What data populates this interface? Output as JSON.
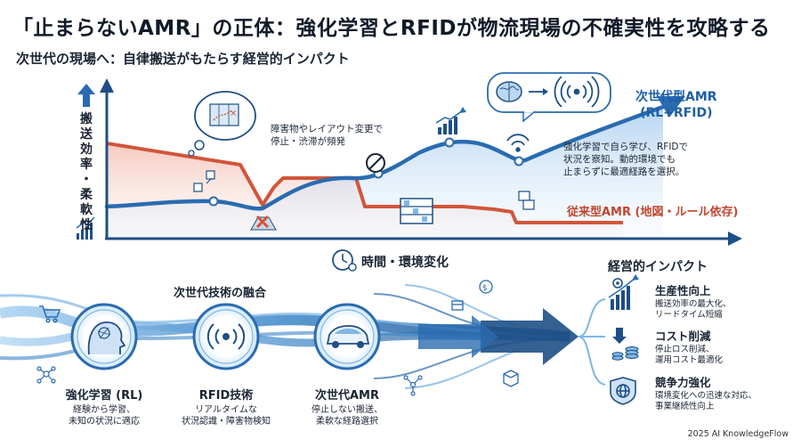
{
  "title": "「止まらないAMR」の正体：強化学習とRFIDが物流現場の不確実性を攻略する",
  "subtitle": "次世代の現場へ：自律搬送がもたらす経営的インパクト",
  "chart": {
    "ylabel": [
      "搬",
      "送",
      "効",
      "率",
      "・",
      "柔",
      "軟",
      "性"
    ],
    "xlabel": "時間・環境変化",
    "obstacle_note": [
      "障害物やレイアウト変更で",
      "停止・渋滞が頻発"
    ],
    "new_amr_label": [
      "次世代型AMR",
      "(RL+RFID)"
    ],
    "old_amr_label": "従来型AMR (地図・ルール依存)",
    "new_amr_note": [
      "強化学習で自ら学び、RFIDで",
      "状況を察知。動的環境でも",
      "止まらずに最適経路を選択。"
    ]
  },
  "fusion": {
    "title": "次世代技術の融合",
    "nodes": [
      {
        "title": "強化学習 (RL)",
        "desc": [
          "経験から学習、",
          "未知の状況に適応"
        ]
      },
      {
        "title": "RFID技術",
        "desc": [
          "リアルタイムな",
          "状況認識・障害物検知"
        ]
      },
      {
        "title": "次世代AMR",
        "desc": [
          "停止しない搬送、",
          "柔軟な経路選択"
        ]
      }
    ]
  },
  "impact": {
    "title": "経営的インパクト",
    "items": [
      {
        "title": "生産性向上",
        "desc": [
          "搬送効率の最大化、",
          "リードタイム短縮"
        ]
      },
      {
        "title": "コスト削減",
        "desc": [
          "停止ロス削減、",
          "運用コスト最適化"
        ]
      },
      {
        "title": "競争力強化",
        "desc": [
          "環境変化への迅速な対応、",
          "事業継続性向上"
        ]
      }
    ]
  },
  "footer": "2025 AI KnowledgeFlow",
  "colors": {
    "new_line": "#2a6bb0",
    "old_line": "#d2553a",
    "axis": "#1e4f86",
    "dark_arrow": "#1e4f86",
    "accent_light": "#7fb7e6"
  }
}
